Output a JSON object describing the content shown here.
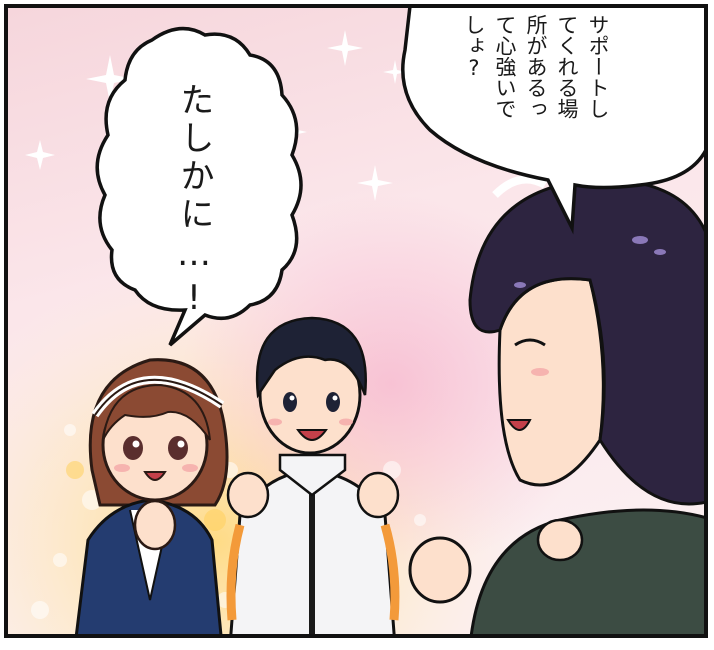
{
  "panel": {
    "speech_1": "たしかに…!",
    "speech_2": "サポートしてくれる場所があるって心強いでしょ?"
  },
  "colors": {
    "background_pink": "#f7c9d2",
    "background_warm": "#ffe7a8",
    "jacket_navy": "#243c70",
    "track_jacket_white": "#f4f4f6",
    "track_accent_orange": "#f39a3a",
    "hair_dark": "#2d2440",
    "hair_brown": "#8b4a33",
    "suit_green": "#3c4c43",
    "skin": "#fde0cc"
  },
  "characters": [
    "woman-left-brown-hair",
    "man-center-track-jacket",
    "woman-right-back-view"
  ]
}
